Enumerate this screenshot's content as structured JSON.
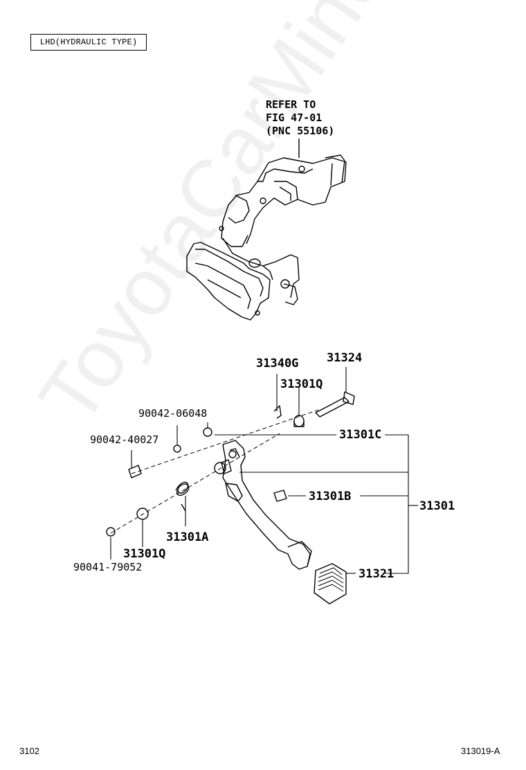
{
  "header": {
    "variant_tag": "LHD(HYDRAULIC TYPE)"
  },
  "reference": {
    "line1": "REFER TO",
    "line2": "FIG 47-01",
    "line3": "(PNC 55106)"
  },
  "parts": {
    "p31340G": "31340G",
    "p31324": "31324",
    "p31301Q_top": "31301Q",
    "p90042_06048": "90042-06048",
    "p90042_40027": "90042-40027",
    "p31301C": "31301C",
    "p31301B": "31301B",
    "p31301": "31301",
    "p31301A": "31301A",
    "p31301Q_bottom": "31301Q",
    "p90041_79052": "90041-79052",
    "p31321": "31321"
  },
  "footer": {
    "page_ref": "3102",
    "figure_code": "313019-A"
  },
  "watermark": {
    "text": "ToyotaCarMine.ru"
  }
}
